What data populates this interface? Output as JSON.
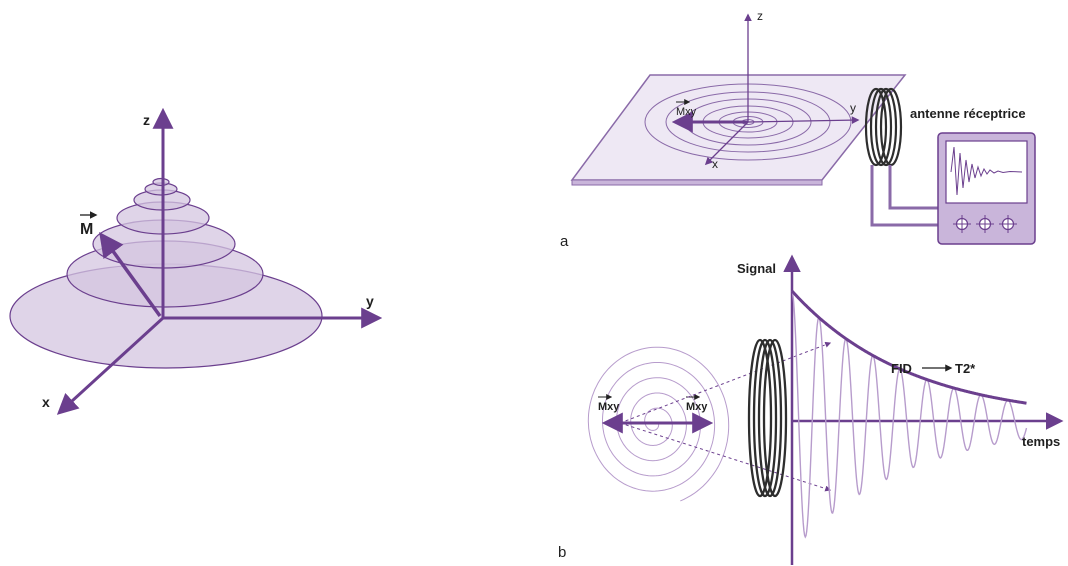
{
  "colors": {
    "purple": "#6b3f8e",
    "light_purple": "#b79ccc",
    "fill_purple": "#d4c5e0",
    "plate_fill": "#eee8f4",
    "coil": "#333333",
    "text": "#1f1f1f"
  },
  "left_figure": {
    "axis_z": "z",
    "axis_y": "y",
    "axis_x": "x",
    "vector_m": "M"
  },
  "panel_a": {
    "panel_label": "a",
    "axis_z": "z",
    "axis_y": "y",
    "axis_x": "x",
    "vector_label": "Mxy",
    "antenna_label": "antenne réceptrice",
    "icons": [
      "knob-icon",
      "knob-icon",
      "knob-icon"
    ]
  },
  "panel_b": {
    "panel_label": "b",
    "signal_label": "Signal",
    "time_label": "temps",
    "fid_label": "FID",
    "t2_label": "T2*",
    "vector_label_left": "Mxy",
    "vector_label_right": "Mxy"
  }
}
